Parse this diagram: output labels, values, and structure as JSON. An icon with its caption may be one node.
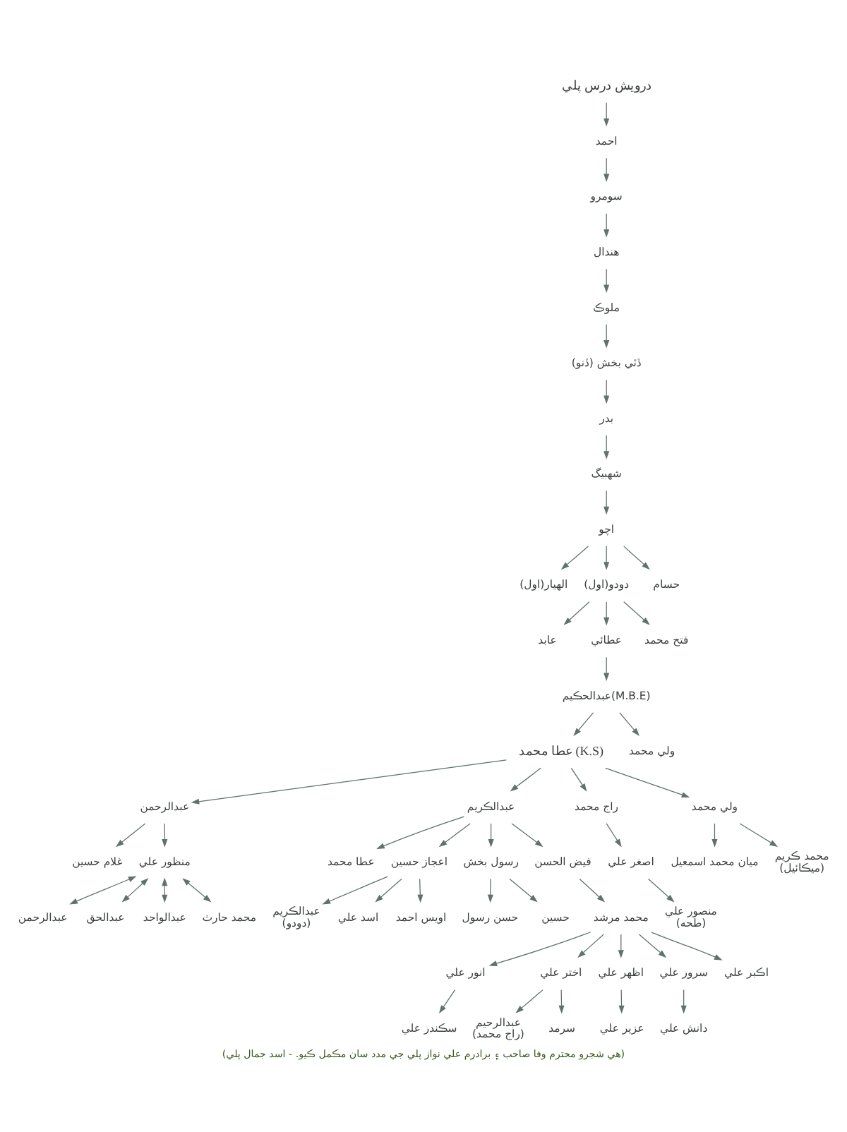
{
  "diagram": {
    "caption": "(هي شجرو محترم وفا صاحب ۽ برادرم علي نواز پلي جي مدد سان مڪمل ڪيو. - اسد جمال پلي)",
    "nodes": [
      {
        "text": [
          "درويش درس پلي"
        ]
      },
      {
        "text": [
          "احمد"
        ]
      },
      {
        "text": [
          "سومرو"
        ]
      },
      {
        "text": [
          "هندال"
        ]
      },
      {
        "text": [
          "ملوڪ"
        ]
      },
      {
        "text": [
          "ڏٽي بخش (ڏنو)"
        ]
      },
      {
        "text": [
          "بدر"
        ]
      },
      {
        "text": [
          "شهبيگ"
        ]
      },
      {
        "text": [
          "اچو"
        ]
      },
      {
        "text": [
          "الهيار(اول)"
        ]
      },
      {
        "text": [
          "دودو(اول)"
        ]
      },
      {
        "text": [
          "حسام"
        ]
      },
      {
        "text": [
          "عابد"
        ]
      },
      {
        "text": [
          "عطائي"
        ]
      },
      {
        "text": [
          "فتح محمد"
        ]
      },
      {
        "text": [
          "عبدالحڪيم(M.B.E)"
        ]
      },
      {
        "text": [
          "عطا محمد (K.S)"
        ]
      },
      {
        "text": [
          "ولي محمد"
        ]
      },
      {
        "text": [
          "عبدالرحمن"
        ]
      },
      {
        "text": [
          "عبدالڪريم"
        ]
      },
      {
        "text": [
          "راج محمد"
        ]
      },
      {
        "text": [
          "ولي محمد"
        ]
      },
      {
        "text": [
          "غلام حسين"
        ]
      },
      {
        "text": [
          "منظور علي"
        ]
      },
      {
        "text": [
          "ميان محمد اسمعيل"
        ]
      },
      {
        "text": [
          "محمد ڪريم",
          "(ميڪائيل)"
        ]
      },
      {
        "text": [
          "عطا محمد"
        ]
      },
      {
        "text": [
          "اعجاز حسين"
        ]
      },
      {
        "text": [
          "رسول بخش"
        ]
      },
      {
        "text": [
          "فيض الحسن"
        ]
      },
      {
        "text": [
          "محمد مرشد"
        ]
      },
      {
        "text": [
          "انور علي"
        ]
      },
      {
        "text": [
          "اختر علي"
        ]
      },
      {
        "text": [
          "اصغر علي"
        ]
      },
      {
        "text": [
          "اظهر علي"
        ]
      },
      {
        "text": [
          "سرور علي"
        ]
      },
      {
        "text": [
          "اڪبر علي"
        ]
      },
      {
        "text": [
          "سڪندر علي"
        ]
      },
      {
        "text": [
          "منصور علي",
          "(طحه)"
        ]
      },
      {
        "text": [
          "عزير علي"
        ]
      },
      {
        "text": [
          "دانش علي"
        ]
      },
      {
        "text": [
          "حسن رسول"
        ]
      },
      {
        "text": [
          "حسين"
        ]
      },
      {
        "text": [
          "عبدالرحيم",
          "(راج محمد)"
        ]
      },
      {
        "text": [
          "سرمد"
        ]
      },
      {
        "text": [
          "عبدالڪريم",
          "(دودو)"
        ]
      },
      {
        "text": [
          "اسد علي"
        ]
      },
      {
        "text": [
          "اويس احمد"
        ]
      },
      {
        "text": [
          "عبدالرحمن"
        ]
      },
      {
        "text": [
          "عبدالحق"
        ]
      },
      {
        "text": [
          "عبدالواحد"
        ]
      },
      {
        "text": [
          "محمد حارث"
        ]
      }
    ],
    "edges": [
      {
        "from": 0,
        "to": 1,
        "arrow": "to"
      },
      {
        "from": 1,
        "to": 2,
        "arrow": "to"
      },
      {
        "from": 2,
        "to": 3,
        "arrow": "to"
      },
      {
        "from": 3,
        "to": 4,
        "arrow": "to"
      },
      {
        "from": 4,
        "to": 5,
        "arrow": "to"
      },
      {
        "from": 5,
        "to": 6,
        "arrow": "to"
      },
      {
        "from": 6,
        "to": 7,
        "arrow": "to"
      },
      {
        "from": 7,
        "to": 8,
        "arrow": "to"
      },
      {
        "from": 8,
        "to": 9,
        "arrow": "to"
      },
      {
        "from": 8,
        "to": 10,
        "arrow": "to"
      },
      {
        "from": 8,
        "to": 11,
        "arrow": "to"
      },
      {
        "from": 10,
        "to": 12,
        "arrow": "to"
      },
      {
        "from": 10,
        "to": 13,
        "arrow": "to"
      },
      {
        "from": 10,
        "to": 14,
        "arrow": "to"
      },
      {
        "from": 13,
        "to": 15,
        "arrow": "to"
      },
      {
        "from": 15,
        "to": 16,
        "arrow": "to"
      },
      {
        "from": 15,
        "to": 17,
        "arrow": "to"
      },
      {
        "from": 16,
        "to": 18,
        "arrow": "to"
      },
      {
        "from": 16,
        "to": 19,
        "arrow": "to"
      },
      {
        "from": 16,
        "to": 20,
        "arrow": "to"
      },
      {
        "from": 16,
        "to": 21,
        "arrow": "to"
      },
      {
        "from": 21,
        "to": 24,
        "arrow": "to"
      },
      {
        "from": 21,
        "to": 25,
        "arrow": "to"
      },
      {
        "from": 18,
        "to": 22,
        "arrow": "to"
      },
      {
        "from": 18,
        "to": 23,
        "arrow": "to"
      },
      {
        "from": 19,
        "to": 26,
        "arrow": "to"
      },
      {
        "from": 19,
        "to": 27,
        "arrow": "to"
      },
      {
        "from": 19,
        "to": 28,
        "arrow": "to"
      },
      {
        "from": 19,
        "to": 29,
        "arrow": "to"
      },
      {
        "from": 29,
        "to": 30,
        "arrow": "to"
      },
      {
        "from": 30,
        "to": 31,
        "arrow": "to"
      },
      {
        "from": 30,
        "to": 32,
        "arrow": "to"
      },
      {
        "from": 20,
        "to": 33,
        "arrow": "to"
      },
      {
        "from": 30,
        "to": 34,
        "arrow": "to"
      },
      {
        "from": 30,
        "to": 35,
        "arrow": "to"
      },
      {
        "from": 30,
        "to": 36,
        "arrow": "to"
      },
      {
        "from": 31,
        "to": 37,
        "arrow": "to"
      },
      {
        "from": 33,
        "to": 38,
        "arrow": "to"
      },
      {
        "from": 34,
        "to": 39,
        "arrow": "to"
      },
      {
        "from": 35,
        "to": 40,
        "arrow": "to"
      },
      {
        "from": 28,
        "to": 41,
        "arrow": "to"
      },
      {
        "from": 28,
        "to": 42,
        "arrow": "to"
      },
      {
        "from": 32,
        "to": 43,
        "arrow": "to"
      },
      {
        "from": 32,
        "to": 44,
        "arrow": "to"
      },
      {
        "from": 27,
        "to": 45,
        "arrow": "to"
      },
      {
        "from": 27,
        "to": 46,
        "arrow": "to"
      },
      {
        "from": 27,
        "to": 47,
        "arrow": "to"
      },
      {
        "from": 23,
        "to": 48,
        "arrow": "both"
      },
      {
        "from": 23,
        "to": 49,
        "arrow": "both"
      },
      {
        "from": 23,
        "to": 50,
        "arrow": "both"
      },
      {
        "from": 23,
        "to": 51,
        "arrow": "both"
      }
    ]
  }
}
